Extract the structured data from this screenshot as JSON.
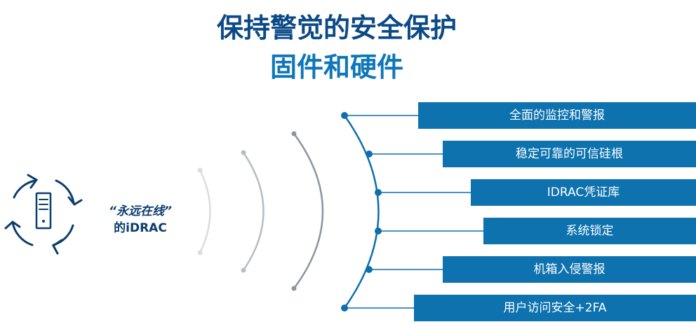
{
  "title": {
    "line1": "保持警觉的安全保护",
    "line2": "固件和硬件"
  },
  "left": {
    "quote_line": "“永远在线”",
    "name_line": "的iDRAC",
    "icon": "server-refresh-cycle-icon"
  },
  "features": [
    "全面的监控和警报",
    "稳定可靠的可信硅根",
    "IDRAC凭证库",
    "系统锁定",
    "机箱入侵警报",
    "用户访问安全+2FA"
  ],
  "colors": {
    "bar": "#0d72ae",
    "title_dark": "#0b4a86",
    "title_light": "#0e77b9",
    "arc_main": "#0e6fad",
    "arc_fade": [
      "#dcdcdc",
      "#b4bec6",
      "#8b96a1"
    ]
  }
}
